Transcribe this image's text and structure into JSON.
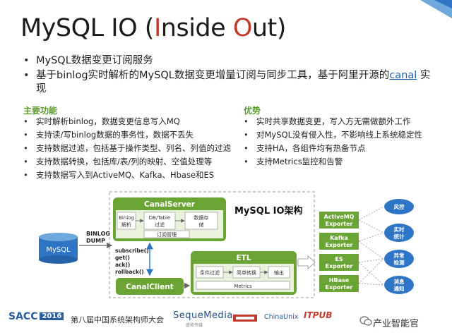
{
  "title": {
    "part1": "MySQL IO (",
    "i": "I",
    "mid": "nside ",
    "o": "O",
    "part2": "ut)"
  },
  "bullets_main": [
    {
      "text": "MySQL数据变更订阅服务"
    },
    {
      "text": "基于binlog实时解析的MySQL数据变更增量订阅与同步工具，基于阿里开源的",
      "link": "canal",
      "tail": " 实现"
    }
  ],
  "features": {
    "heading": "主要功能",
    "items": [
      "实时解析binlog，数据变更信息写入MQ",
      "支持读/写binlog数据的事务性，数据不丢失",
      "支持数据过滤，包括基于操作类型、列名、列值的过滤",
      "支持数据转换，包括库/表/列的映射、空值处理等",
      "支持数据写入到ActiveMQ、Kafka、Hbase和ES"
    ]
  },
  "advantages": {
    "heading": "优势",
    "items": [
      "实时共享数据变更，写入方无需做额外工作",
      "对MySQL没有侵入性，不影响线上系统稳定性",
      "支持HA，各组件均有热备节点",
      "支持Metrics监控和告警"
    ]
  },
  "diagram": {
    "title": "MySQL IO架构",
    "mysql": "MySQL",
    "binlog_dump": [
      "BINLOG",
      "DUMP"
    ],
    "canal_server": "CanalServer",
    "binlog_parse": [
      "Binlog",
      "解析"
    ],
    "dbtable_filter": [
      "DB/Table",
      "过滤"
    ],
    "data_store": [
      "数据存",
      "储"
    ],
    "sub_manage": "订阅管理",
    "api": [
      "subscribe()",
      "get()",
      "ack()",
      "rollback()"
    ],
    "canal_client": "CanalClient",
    "etl": "ETL",
    "etl_steps": [
      "条件过滤",
      "简单转换",
      "输出"
    ],
    "metrics": "Metrics",
    "exporters": [
      [
        "ActiveMQ",
        "Exporter"
      ],
      [
        "Kafka",
        "Exporter"
      ],
      [
        "ES",
        "Exporter"
      ],
      [
        "HBase",
        "Exporter"
      ]
    ],
    "outputs": [
      [
        "风控"
      ],
      [
        "实时",
        "统计"
      ],
      [
        "异常",
        "检测"
      ],
      [
        "消息",
        "通知"
      ]
    ]
  },
  "footer": {
    "sacc": "SACC",
    "year": "2016",
    "conference": "第八届中国系统架构师大会",
    "sponsor1": "SequeMedia",
    "sponsor1_sub": "盛拓传媒",
    "sponsor3": "ChinaUnix",
    "sponsor4": "ITPUB",
    "wechat": "产业智能官"
  },
  "colors": {
    "accent_red": "#c0392b",
    "green": "#6aa434",
    "green_light": "#8cc152",
    "blue": "#2e75c6",
    "link": "#1f5fb8"
  }
}
